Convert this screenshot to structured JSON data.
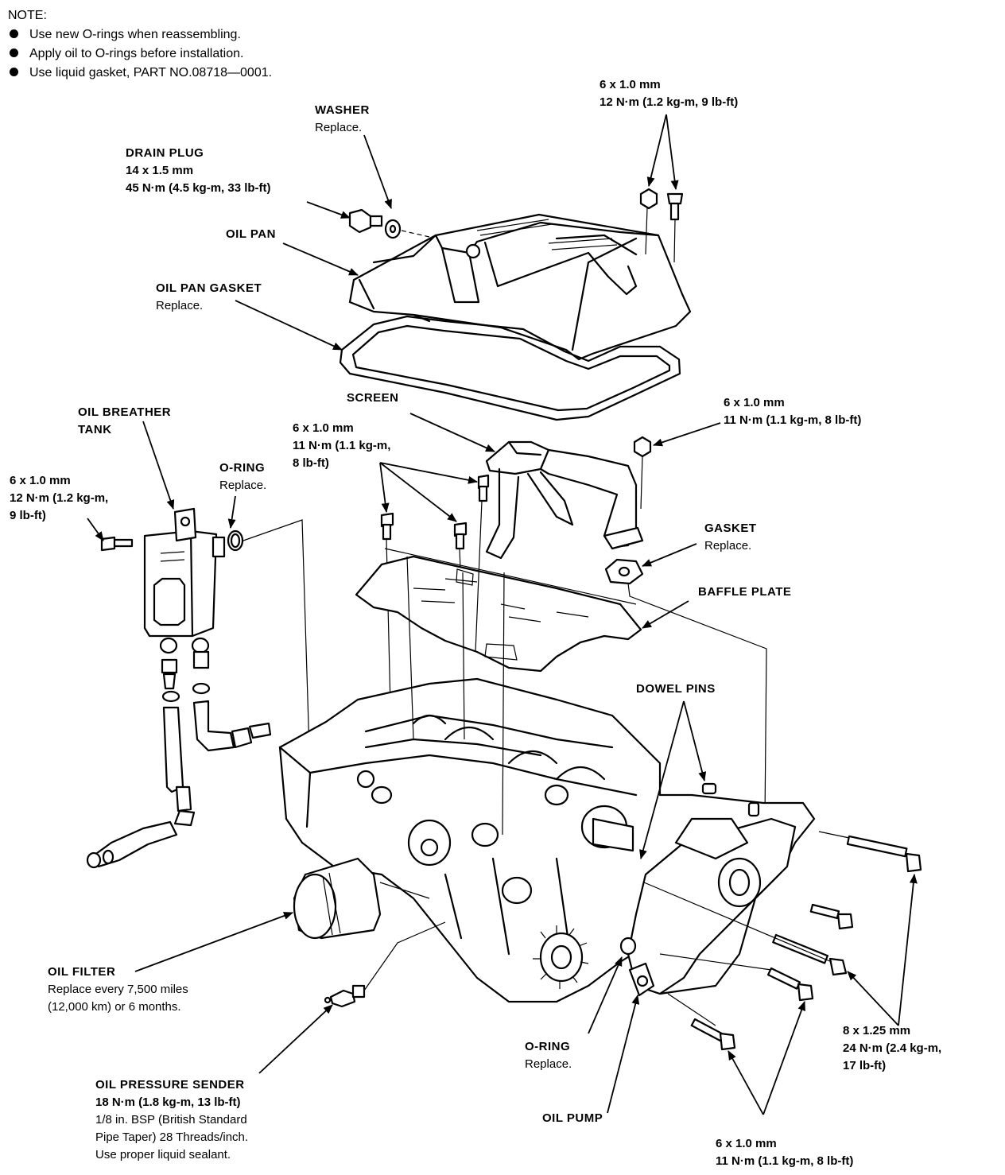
{
  "notes": {
    "title": "NOTE:",
    "items": [
      "Use new O-rings when reassembling.",
      "Apply oil to O-rings before installation.",
      "Use liquid gasket, PART NO.08718—0001."
    ]
  },
  "labels": {
    "washer": {
      "title": "WASHER",
      "sub": "Replace."
    },
    "bolt_top_right": {
      "spec": "6 x 1.0 mm",
      "torque": "12 N·m (1.2 kg-m, 9 lb-ft)"
    },
    "drain_plug": {
      "title": "DRAIN PLUG",
      "spec": "14 x 1.5 mm",
      "torque": "45 N·m (4.5 kg-m, 33 lb-ft)"
    },
    "oil_pan": {
      "title": "OIL PAN"
    },
    "oil_pan_gasket": {
      "title": "OIL PAN GASKET",
      "sub": "Replace."
    },
    "screen": {
      "title": "SCREEN"
    },
    "bolt_screen_right": {
      "spec": "6 x 1.0 mm",
      "torque": "11 N·m (1.1 kg-m, 8 lb-ft)"
    },
    "oil_breather_tank": {
      "line1": "OIL BREATHER",
      "line2": "TANK"
    },
    "bolt_screen_left": {
      "spec": "6 x 1.0 mm",
      "torque1": "11 N·m (1.1 kg-m,",
      "torque2": "8 lb-ft)"
    },
    "oring_breather": {
      "title": "O-RING",
      "sub": "Replace."
    },
    "bolt_breather": {
      "spec": "6 x 1.0 mm",
      "torque1": "12 N·m (1.2 kg-m,",
      "torque2": "9 lb-ft)"
    },
    "gasket": {
      "title": "GASKET",
      "sub": "Replace."
    },
    "baffle_plate": {
      "title": "BAFFLE PLATE"
    },
    "dowel_pins": {
      "title": "DOWEL PINS"
    },
    "oil_filter": {
      "title": "OIL FILTER",
      "line1": "Replace every 7,500 miles",
      "line2": "(12,000 km) or 6 months."
    },
    "bolt_pump_right": {
      "spec": "8 x 1.25 mm",
      "torque1": "24 N·m (2.4 kg-m,",
      "torque2": "17 lb-ft)"
    },
    "oring_pump": {
      "title": "O-RING",
      "sub": "Replace."
    },
    "oil_pump": {
      "title": "OIL PUMP"
    },
    "oil_pressure_sender": {
      "title": "OIL PRESSURE SENDER",
      "torque": "18 N·m (1.8 kg-m, 13 lb-ft)",
      "line1": "1/8 in. BSP (British Standard",
      "line2": "Pipe Taper) 28 Threads/inch.",
      "line3": "Use proper liquid sealant."
    },
    "bolt_bottom": {
      "spec": "6 x 1.0 mm",
      "torque": "11 N·m (1.1 kg-m, 8 lb-ft)"
    }
  }
}
